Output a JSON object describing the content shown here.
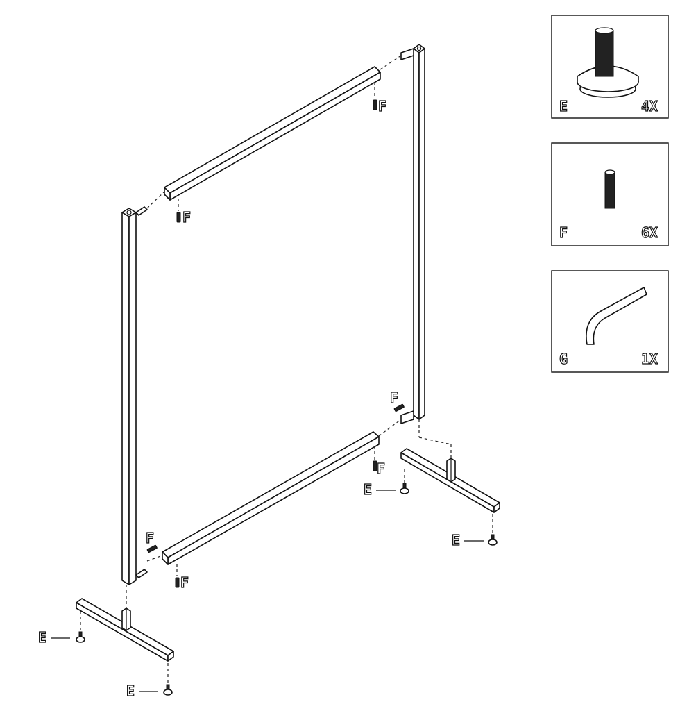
{
  "parts": [
    {
      "letter": "E",
      "quantity": "4X",
      "icon": "leveling-foot-icon"
    },
    {
      "letter": "F",
      "quantity": "6X",
      "icon": "threaded-bolt-icon"
    },
    {
      "letter": "G",
      "quantity": "1X",
      "icon": "allen-key-icon"
    }
  ],
  "callouts": {
    "f": "F",
    "e": "E"
  }
}
